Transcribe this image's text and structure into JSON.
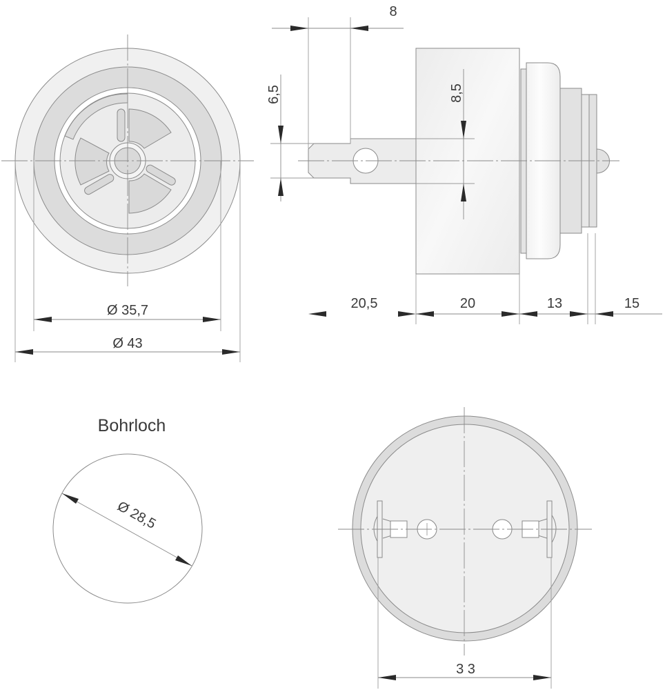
{
  "drawing": {
    "title_drill_hole": "Bohrloch",
    "colors": {
      "fill_light": "#efefef",
      "fill_mid": "#dcdcdc",
      "line": "#8a8a8a",
      "arrow": "#2a2a2a",
      "text": "#3a3a3a"
    },
    "front_view": {
      "dimensions": {
        "inner_diameter": "Ø 35,7",
        "outer_diameter": "Ø 43"
      }
    },
    "side_view": {
      "dimensions": {
        "tab_length": "8",
        "tab_height": "6,5",
        "tab_width": "8,5",
        "terminal_length": "20,5",
        "body_length": "20",
        "flange_length": "13",
        "front_length": "15"
      }
    },
    "drill_hole_view": {
      "dimensions": {
        "hole_diameter": "Ø 28,5"
      }
    },
    "back_view": {
      "dimensions": {
        "terminal_spacing": "3 3"
      }
    }
  }
}
